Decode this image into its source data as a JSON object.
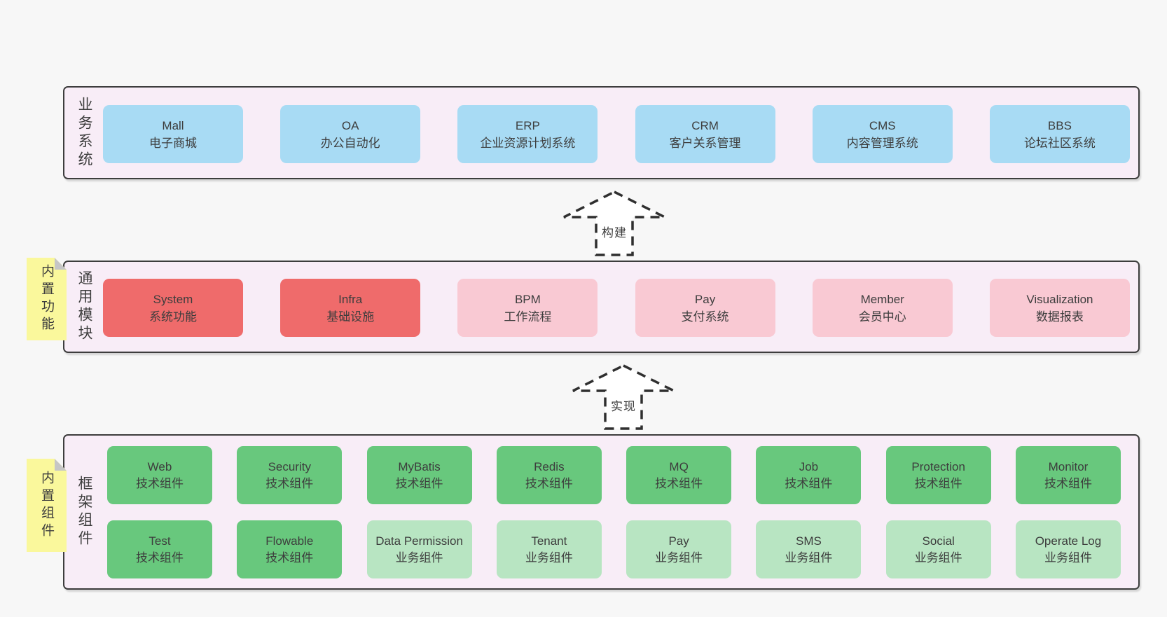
{
  "diagram": {
    "arrows": [
      {
        "label": "构建"
      },
      {
        "label": "实现"
      }
    ],
    "bands": [
      {
        "band_label": "业务系统",
        "boxes": [
          {
            "title": "Mall",
            "subtitle": "电子商城"
          },
          {
            "title": "OA",
            "subtitle": "办公自动化"
          },
          {
            "title": "ERP",
            "subtitle": "企业资源计划系统"
          },
          {
            "title": "CRM",
            "subtitle": "客户关系管理"
          },
          {
            "title": "CMS",
            "subtitle": "内容管理系统"
          },
          {
            "title": "BBS",
            "subtitle": "论坛社区系统"
          }
        ]
      },
      {
        "sticky": "内置功能",
        "band_label": "通用模块",
        "boxes": [
          {
            "title": "System",
            "subtitle": "系统功能"
          },
          {
            "title": "Infra",
            "subtitle": "基础设施"
          },
          {
            "title": "BPM",
            "subtitle": "工作流程"
          },
          {
            "title": "Pay",
            "subtitle": "支付系统"
          },
          {
            "title": "Member",
            "subtitle": "会员中心"
          },
          {
            "title": "Visualization",
            "subtitle": "数据报表"
          }
        ]
      },
      {
        "sticky": "内置组件",
        "band_label": "框架组件",
        "rows": [
          [
            {
              "title": "Web",
              "subtitle": "技术组件"
            },
            {
              "title": "Security",
              "subtitle": "技术组件"
            },
            {
              "title": "MyBatis",
              "subtitle": "技术组件"
            },
            {
              "title": "Redis",
              "subtitle": "技术组件"
            },
            {
              "title": "MQ",
              "subtitle": "技术组件"
            },
            {
              "title": "Job",
              "subtitle": "技术组件"
            },
            {
              "title": "Protection",
              "subtitle": "技术组件"
            },
            {
              "title": "Monitor",
              "subtitle": "技术组件"
            }
          ],
          [
            {
              "title": "Test",
              "subtitle": "技术组件"
            },
            {
              "title": "Flowable",
              "subtitle": "技术组件"
            },
            {
              "title": "Data Permission",
              "subtitle": "业务组件"
            },
            {
              "title": "Tenant",
              "subtitle": "业务组件"
            },
            {
              "title": "Pay",
              "subtitle": "业务组件"
            },
            {
              "title": "SMS",
              "subtitle": "业务组件"
            },
            {
              "title": "Social",
              "subtitle": "业务组件"
            },
            {
              "title": "Operate Log",
              "subtitle": "业务组件"
            }
          ]
        ]
      }
    ],
    "colors": {
      "page_bg": "#f7f7f7",
      "band_fill": "#f8edf7",
      "band_border": "#3d3d3d",
      "business_box": "#a8dbf4",
      "core_module_box": "#ef6b6b",
      "optional_module_box": "#f9c9d3",
      "tech_component_box": "#68c87d",
      "biz_component_box": "#b8e5c2",
      "sticky_note": "#faf89c"
    }
  }
}
